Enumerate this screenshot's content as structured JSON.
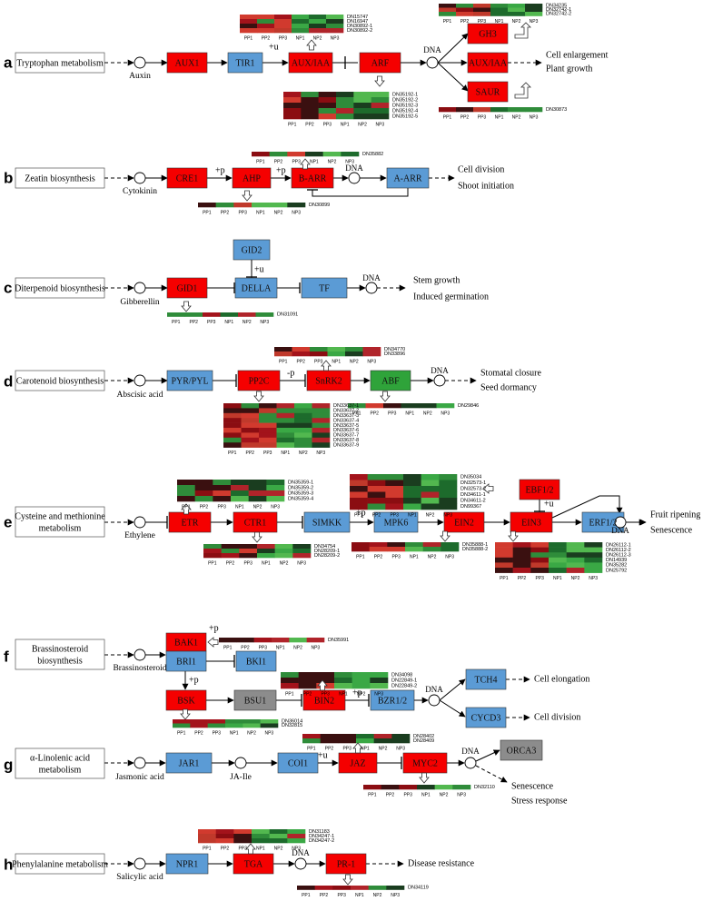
{
  "colors": {
    "red": "#f50000",
    "blue": "#5b9bd5",
    "green": "#2fa33a",
    "gray": "#8c8c8c"
  },
  "panels": {
    "a": {
      "letter": "a",
      "pathway": "Tryptophan metabolism",
      "hormone": "Auxin",
      "genes": {
        "aux1": "AUX1",
        "tir1": "TIR1",
        "auxiaa": "AUX/IAA",
        "arf": "ARF",
        "gh3": "GH3",
        "auxiaa2": "AUX/IAA",
        "saur": "SAUR"
      },
      "modifier": "+u",
      "dna": "DNA",
      "responses": [
        "Cell enlargement",
        "Plant growth"
      ],
      "hm_auxiaa_ids": [
        "DN15747",
        "DN16947",
        "DN30892-1",
        "DN30892-2"
      ],
      "hm_arf_ids": [
        "DN35192-1",
        "DN35192-2",
        "DN35192-3",
        "DN35192-4",
        "DN35192-5"
      ],
      "hm_gh3_ids": [
        "DN34235",
        "DN32742-1",
        "DN32742-2"
      ],
      "hm_saur_ids": [
        "DN30873"
      ]
    },
    "b": {
      "letter": "b",
      "pathway": "Zeatin biosynthesis",
      "hormone": "Cytokinin",
      "genes": {
        "cre1": "CRE1",
        "ahp": "AHP",
        "barr": "B-ARR",
        "aarr": "A-ARR"
      },
      "mod1": "+p",
      "mod2": "+p",
      "dna": "DNA",
      "responses": [
        "Cell division",
        "Shoot initiation"
      ],
      "hm_barr_ids": [
        "DN35882"
      ],
      "hm_ahp_ids": [
        "DN30899"
      ]
    },
    "c": {
      "letter": "c",
      "pathway": "Diterpenoid biosynthesis",
      "hormone": "Gibberellin",
      "genes": {
        "gid2": "GID2",
        "gid1": "GID1",
        "della": "DELLA",
        "tf": "TF"
      },
      "modifier": "+u",
      "dna": "DNA",
      "responses": [
        "Stem growth",
        "Induced germination"
      ],
      "hm_gid1_ids": [
        "DN31091"
      ]
    },
    "d": {
      "letter": "d",
      "pathway": "Carotenoid biosynthesis",
      "hormone": "Abscisic acid",
      "genes": {
        "pyr": "PYR/PYL",
        "pp2c": "PP2C",
        "snrk2": "SnRK2",
        "abf": "ABF"
      },
      "modifier": "-p",
      "dna": "DNA",
      "responses": [
        "Stomatal closure",
        "Seed dormancy"
      ],
      "hm_snrk2_ids": [
        "DN34770",
        "DN33896"
      ],
      "hm_abf_ids": [
        "DN29846"
      ],
      "hm_pp2c_ids": [
        "DN33637-1",
        "DN33637-2",
        "DN33637-3",
        "DN33637-4",
        "DN33637-5",
        "DN33637-6",
        "DN33637-7",
        "DN33637-8",
        "DN33637-9"
      ]
    },
    "e": {
      "letter": "e",
      "pathway_lines": [
        "Cysteine and methionine",
        "metabolism"
      ],
      "hormone": "Ethylene",
      "genes": {
        "etr": "ETR",
        "ctr1": "CTR1",
        "simkk": "SIMKK",
        "mpk6": "MPK6",
        "ein2": "EIN2",
        "ein3": "EIN3",
        "ebf": "EBF1/2",
        "erf": "ERF1/2"
      },
      "mod_p": "+p",
      "mod_u": "+u",
      "dna": "DNA",
      "responses": [
        "Fruit ripening",
        "Senescence"
      ],
      "hm_etr_ids": [
        "DN35359-1",
        "DN35359-2",
        "DN35359-3",
        "DN35359-4"
      ],
      "hm_ctr1_ids": [
        "DN34754",
        "DN28209-1",
        "DN28209-2"
      ],
      "hm_ein2top_ids": [
        "DN35034",
        "DN32573-1",
        "DN32573-2",
        "DN34611-1",
        "DN34611-2",
        "DN99367"
      ],
      "hm_ein2_ids": [
        "DN35888-1",
        "DN35888-2"
      ],
      "hm_ein3_ids": [
        "DN26112-1",
        "DN26112-2",
        "DN26112-3",
        "DN14939",
        "DN35282",
        "DN25792"
      ]
    },
    "f": {
      "letter": "f",
      "pathway_lines": [
        "Brassinosteroid",
        "biosynthesis"
      ],
      "hormone": "Brassinosteroid",
      "genes": {
        "bak1": "BAK1",
        "bri1": "BRI1",
        "bki1": "BKI1",
        "bsk": "BSK",
        "bsu1": "BSU1",
        "bin2": "BIN2",
        "bzr": "BZR1/2",
        "tch4": "TCH4",
        "cycd3": "CYCD3"
      },
      "mod1": "+p",
      "mod2": "+p",
      "mod3": "+p",
      "dna": "DNA",
      "responses": [
        "Cell elongation",
        "Cell division"
      ],
      "hm_bak1_ids": [
        "DN35991"
      ],
      "hm_bin2_ids": [
        "DN34098",
        "DN22849-1",
        "DN22849-2"
      ],
      "hm_bsk_ids": [
        "DN36014",
        "DN32815"
      ]
    },
    "g": {
      "letter": "g",
      "pathway_lines": [
        "α-Linolenic acid",
        "metabolism"
      ],
      "hormone": "Jasmonic acid",
      "intermediate": "JA-Ile",
      "genes": {
        "jar1": "JAR1",
        "coi1": "COI1",
        "jaz": "JAZ",
        "myc2": "MYC2",
        "orca3": "ORCA3"
      },
      "modifier": "+u",
      "dna": "DNA",
      "responses": [
        "Senescence",
        "Stress response"
      ],
      "hm_jaz_ids": [
        "DN28402",
        "DN28409"
      ],
      "hm_myc2_ids": [
        "DN32110"
      ]
    },
    "h": {
      "letter": "h",
      "pathway": "Phenylalanine metabolism",
      "hormone": "Salicylic acid",
      "genes": {
        "npr1": "NPR1",
        "tga": "TGA",
        "pr1": "PR-1"
      },
      "dna": "DNA",
      "responses": [
        "Disease resistance"
      ],
      "hm_tga_ids": [
        "DN31183",
        "DN34247-1",
        "DN34247-2"
      ],
      "hm_pr1_ids": [
        "DN34119"
      ]
    }
  },
  "sample_labels": [
    "PP1",
    "PP2",
    "PP3",
    "NP1",
    "NP2",
    "NP3"
  ]
}
